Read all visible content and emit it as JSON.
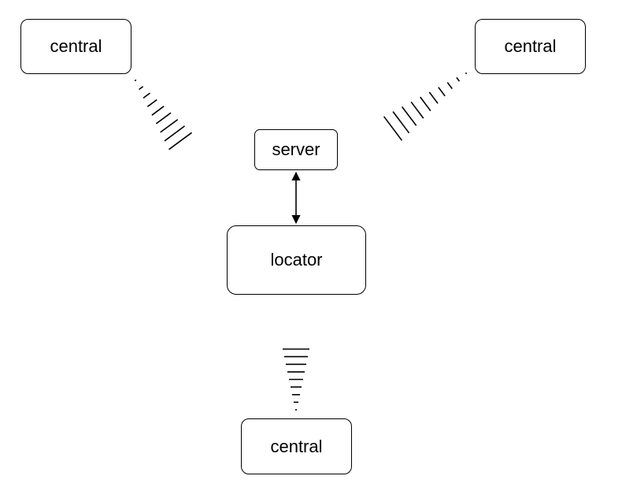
{
  "nodes": {
    "central_top_left": "central",
    "central_top_right": "central",
    "central_bottom": "central",
    "server": "server",
    "locator": "locator"
  },
  "colors": {
    "stroke": "#000000",
    "background": "#ffffff"
  }
}
